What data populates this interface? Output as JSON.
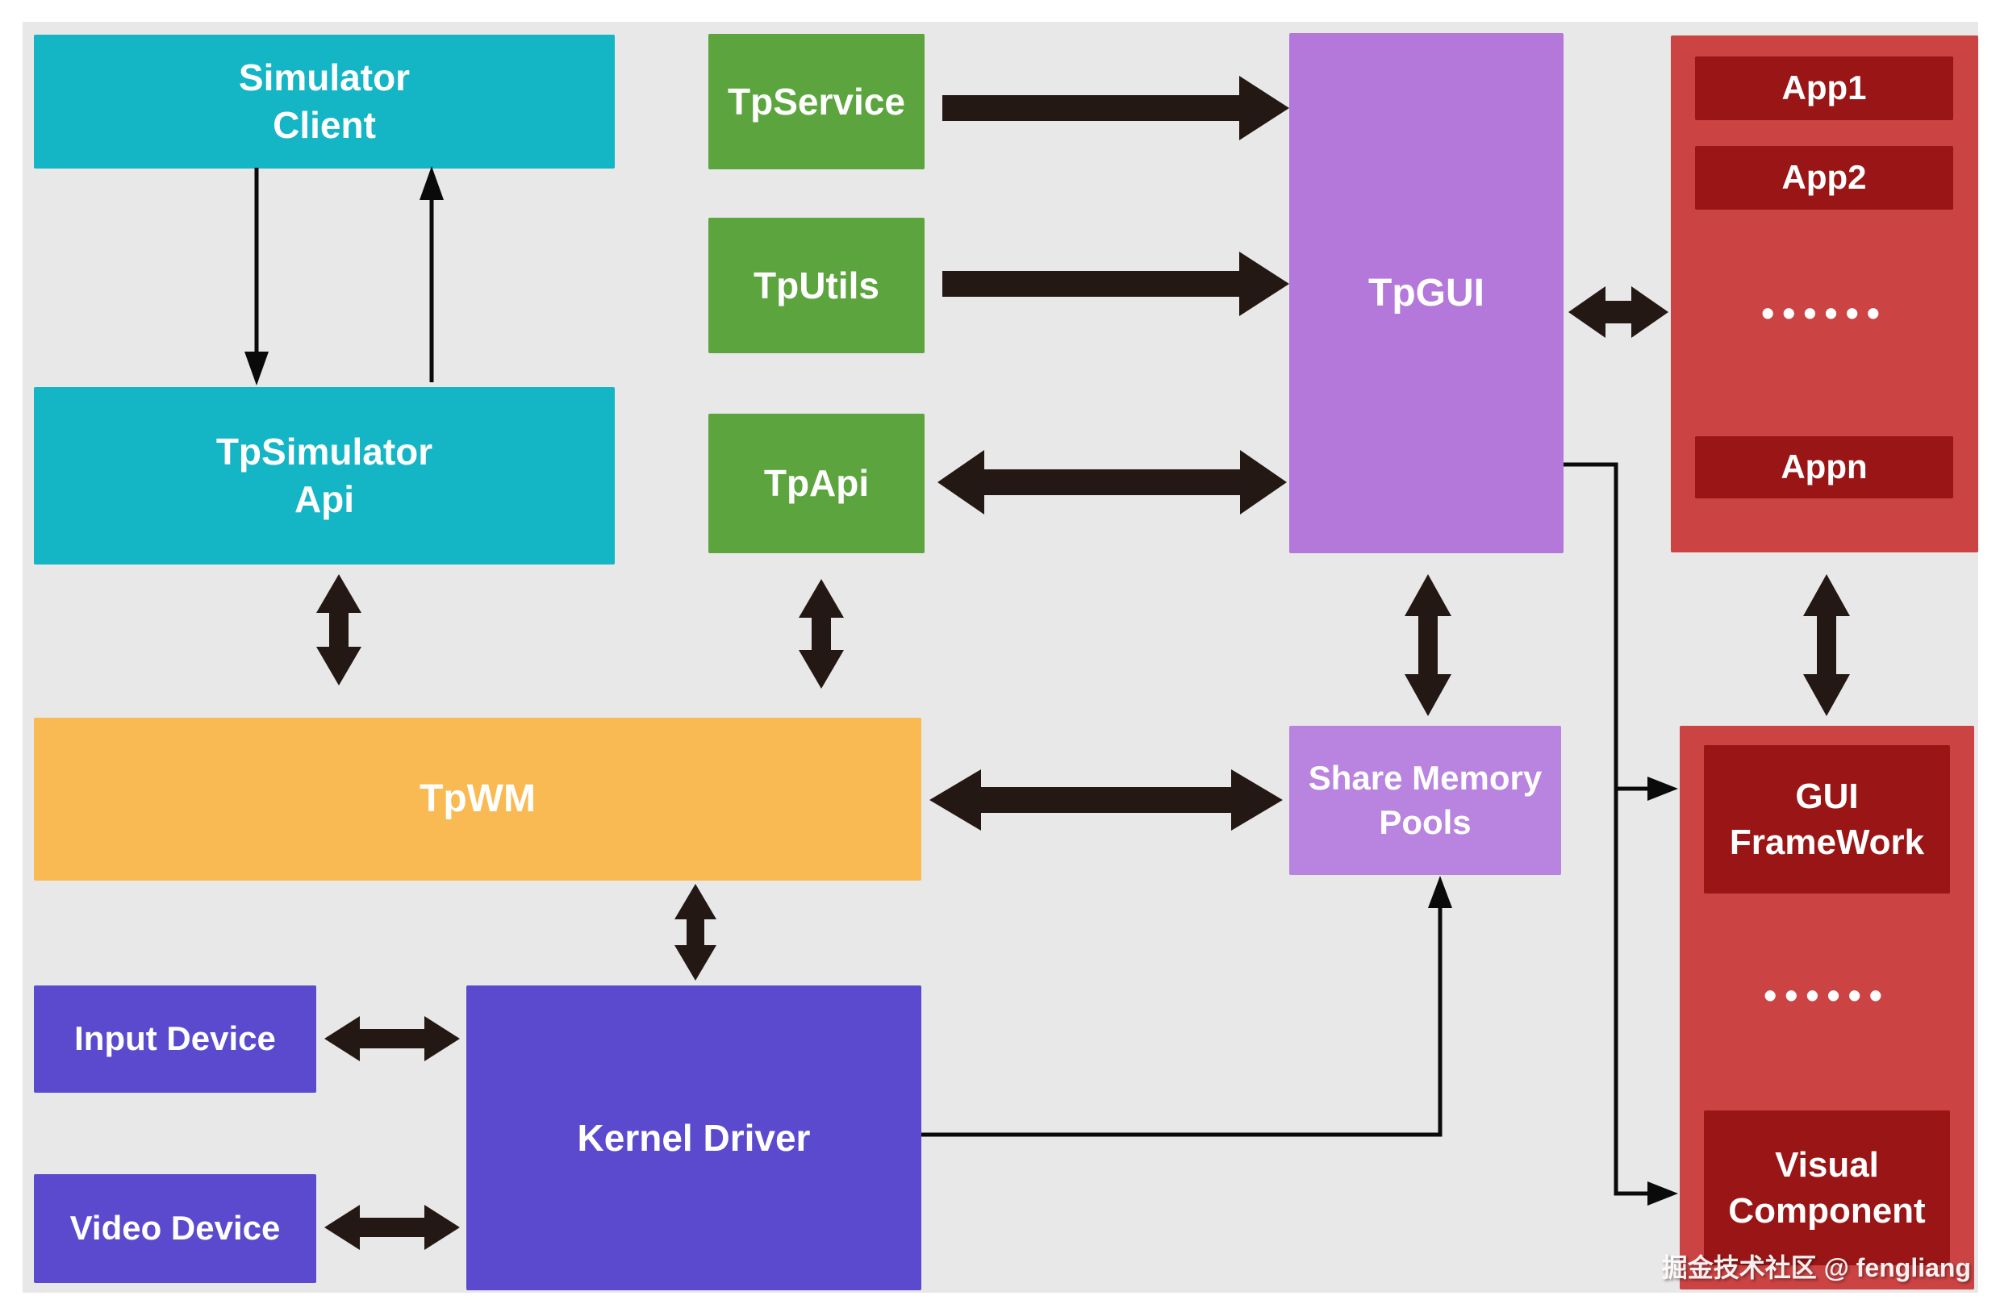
{
  "colors": {
    "page_background": "#ffffff",
    "panel_background": "#e9e8e8",
    "cyan": "#14b5c5",
    "green": "#5ca53e",
    "purple": "#b478db",
    "light_purple": "#b983e0",
    "orange": "#f9ba53",
    "violet": "#5b4ace",
    "red": "#cb4343",
    "dark_red": "#9a1616",
    "thick_arrow": "#231813",
    "thin_arrow": "#0a0a0a",
    "text": "#ffffff"
  },
  "boxes": {
    "simulator_client": {
      "lines": [
        "Simulator",
        "Client"
      ]
    },
    "tpsimulator_api": {
      "lines": [
        "TpSimulator",
        "Api"
      ]
    },
    "tpservice": {
      "label": "TpService"
    },
    "tputils": {
      "label": "TpUtils"
    },
    "tpapi": {
      "label": "TpApi"
    },
    "tpgui": {
      "label": "TpGUI"
    },
    "tpwm": {
      "label": "TpWM"
    },
    "share_memory_pools": {
      "lines": [
        "Share Memory",
        "Pools"
      ]
    },
    "input_device": {
      "label": "Input Device"
    },
    "video_device": {
      "label": "Video Device"
    },
    "kernel_driver": {
      "label": "Kernel Driver"
    }
  },
  "apps_panel": {
    "app1": "App1",
    "app2": "App2",
    "dots": "••••••",
    "appn": "Appn"
  },
  "gui_panel": {
    "framework_lines": [
      "GUI",
      "FrameWork"
    ],
    "dots": "••••••",
    "visual_lines": [
      "Visual",
      "Component"
    ]
  },
  "watermark": "掘金技术社区 @ fengliang",
  "connections": [
    {
      "from": "Simulator Client",
      "to": "TpSimulator Api",
      "style": "thin",
      "direction": "one-way"
    },
    {
      "from": "TpSimulator Api",
      "to": "Simulator Client",
      "style": "thin",
      "direction": "one-way"
    },
    {
      "from": "TpService",
      "to": "TpGUI",
      "style": "thick",
      "direction": "one-way"
    },
    {
      "from": "TpUtils",
      "to": "TpGUI",
      "style": "thick",
      "direction": "one-way"
    },
    {
      "from": "TpApi",
      "to": "TpGUI",
      "style": "thick",
      "direction": "two-way"
    },
    {
      "from": "TpGUI",
      "to": "Apps",
      "style": "thick",
      "direction": "two-way"
    },
    {
      "from": "TpSimulator Api",
      "to": "TpWM",
      "style": "thick",
      "direction": "two-way"
    },
    {
      "from": "TpApi",
      "to": "TpWM",
      "style": "thick",
      "direction": "two-way"
    },
    {
      "from": "TpGUI",
      "to": "Share Memory Pools",
      "style": "thick",
      "direction": "two-way"
    },
    {
      "from": "Apps",
      "to": "GUI FrameWork",
      "style": "thick",
      "direction": "two-way"
    },
    {
      "from": "TpWM",
      "to": "Share Memory Pools",
      "style": "thick",
      "direction": "two-way"
    },
    {
      "from": "TpWM",
      "to": "Kernel Driver",
      "style": "thick",
      "direction": "two-way"
    },
    {
      "from": "Input Device",
      "to": "Kernel Driver",
      "style": "thick",
      "direction": "two-way"
    },
    {
      "from": "Video Device",
      "to": "Kernel Driver",
      "style": "thick",
      "direction": "two-way"
    },
    {
      "from": "Kernel Driver",
      "to": "Share Memory Pools",
      "style": "thin",
      "direction": "one-way"
    },
    {
      "from": "TpGUI",
      "to": "GUI FrameWork",
      "style": "thin",
      "direction": "one-way"
    },
    {
      "from": "TpGUI",
      "to": "Visual Component",
      "style": "thin",
      "direction": "one-way"
    }
  ]
}
